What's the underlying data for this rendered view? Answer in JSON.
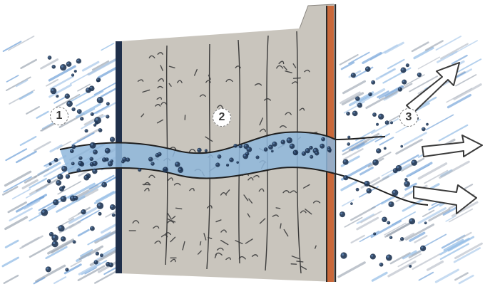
{
  "labels": {
    "zone_1": "1",
    "zone_2": "2",
    "zone_3": "3"
  },
  "colors": {
    "wall_fill": "#c9c5bd",
    "wall_outline": "#2a2a2a",
    "left_membrane": "#1f2f4a",
    "right_membrane": "#c9683a",
    "moisture_blue": "#7fb0e0",
    "particle": "#1f3553",
    "arrow_outline": "#3a3a3a"
  },
  "icons": {
    "flow_arrow": "outline-arrow-icon",
    "particle": "water-droplet-icon"
  }
}
